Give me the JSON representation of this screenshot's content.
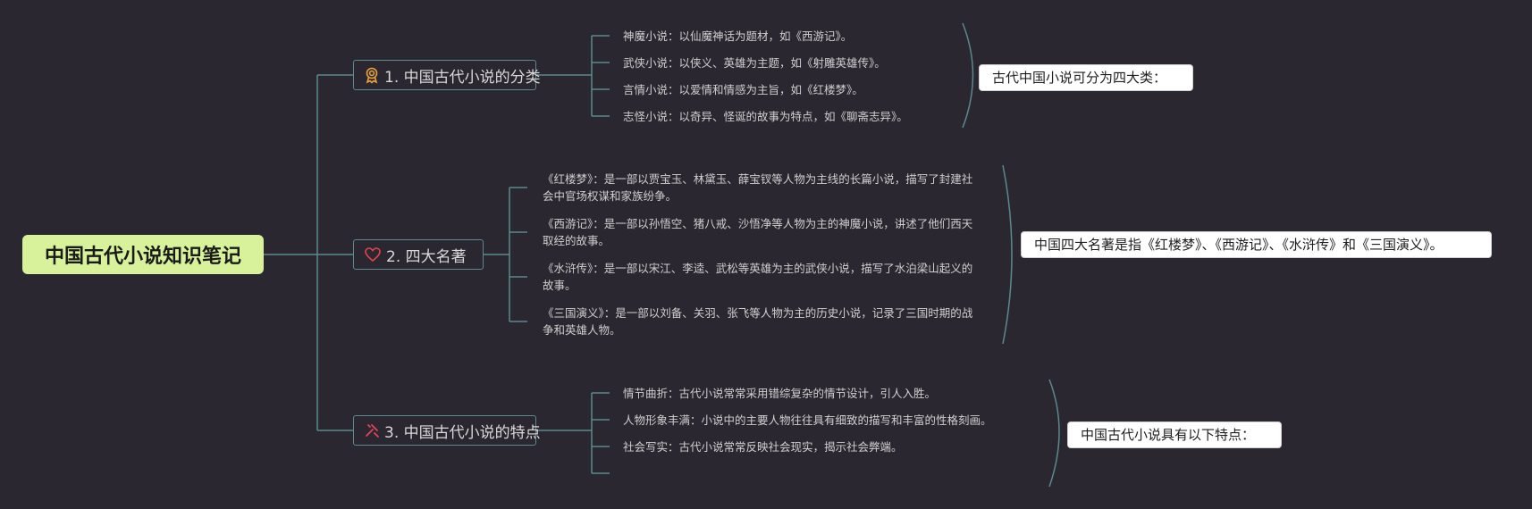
{
  "root": {
    "title": "中国古代小说知识笔记"
  },
  "branches": [
    {
      "title": "1. 中国古代小说的分类",
      "icon": "award-icon",
      "icon_color": "#e8a33a",
      "items": [
        "神魔小说：以仙魔神话为题材，如《西游记》。",
        "武侠小说：以侠义、英雄为主题，如《射雕英雄传》。",
        "言情小说：以爱情和情感为主旨，如《红楼梦》。",
        "志怪小说：以奇异、怪诞的故事为特点，如《聊斋志异》。"
      ],
      "summary": "古代中国小说可分为四大类："
    },
    {
      "title": "2. 四大名著",
      "icon": "heart-icon",
      "icon_color": "#e0454e",
      "items": [
        "《红楼梦》：是一部以贾宝玉、林黛玉、薛宝钗等人物为主线的长篇小说，描写了封建社会中官场权谋和家族纷争。",
        "《西游记》：是一部以孙悟空、猪八戒、沙悟净等人物为主的神魔小说，讲述了他们西天取经的故事。",
        "《水浒传》：是一部以宋江、李逵、武松等英雄为主的武侠小说，描写了水泊梁山起义的故事。",
        "《三国演义》：是一部以刘备、关羽、张飞等人物为主的历史小说，记录了三国时期的战争和英雄人物。"
      ],
      "summary": "中国四大名著是指《红楼梦》、《西游记》、《水浒传》和《三国演义》。"
    },
    {
      "title": "3. 中国古代小说的特点",
      "icon": "tools-icon",
      "icon_color": "#e0455a",
      "items": [
        "情节曲折：古代小说常常采用错综复杂的情节设计，引人入胜。",
        "人物形象丰满：小说中的主要人物往往具有细致的描写和丰富的性格刻画。",
        "社会写实：古代小说常常反映社会现实，揭示社会弊端。",
        ""
      ],
      "summary": "中国古代小说具有以下特点："
    }
  ],
  "colors": {
    "background": "#2b2730",
    "root_fill": "#d7f29a",
    "line": "#5a8a8e"
  }
}
